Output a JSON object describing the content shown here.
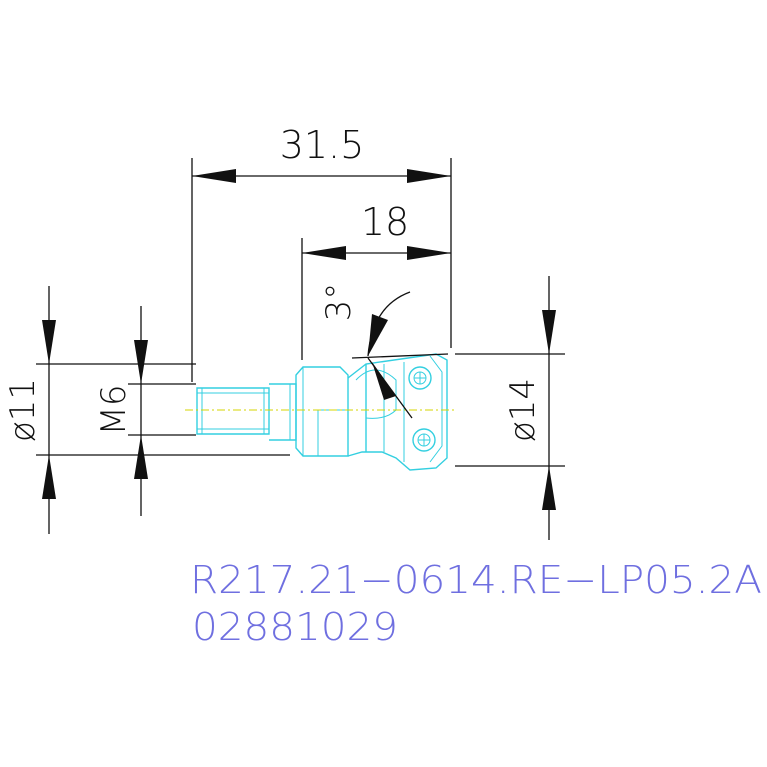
{
  "drawing": {
    "dimensions": {
      "overall_length": "31.5",
      "head_length": "18",
      "angle": "3°",
      "shank_diameter": "ø11",
      "thread": "M6",
      "cutting_diameter": "ø14"
    },
    "designation": "R217.21−0614.RE−LP05.2A",
    "item_number": "02881029"
  },
  "colors": {
    "background": "#ffffff",
    "dimension_lines": "#111111",
    "tool_outline": "#33cfe0",
    "center_axis": "#d6d600",
    "designation_text": "#6f6fe0"
  }
}
